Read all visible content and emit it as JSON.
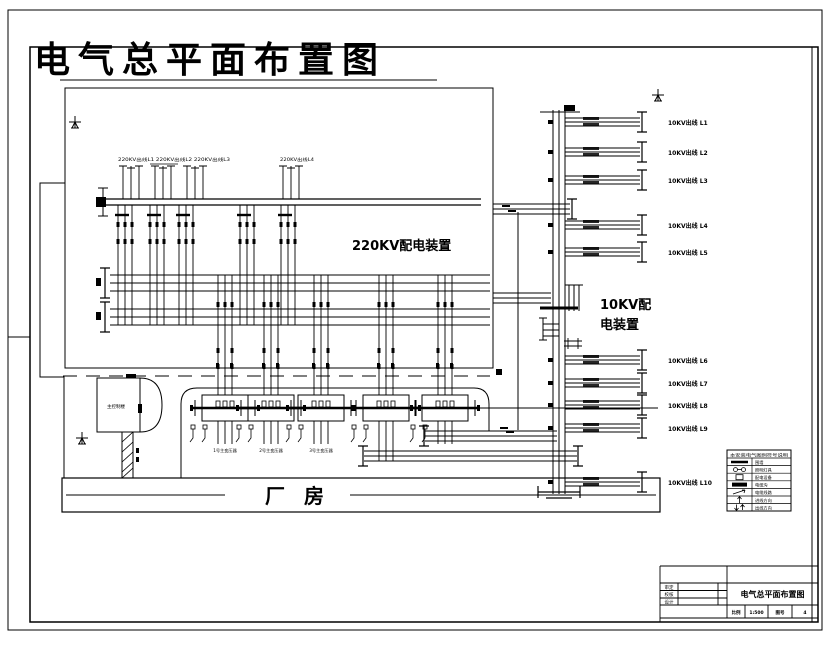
{
  "title": {
    "text": "电气总平面布置图",
    "color": "#ee0000"
  },
  "drawing": {
    "yard_label": "220KV配电装置",
    "switchgear_label_line1": "10KV配",
    "switchgear_label_line2": "电装置",
    "factory_label": "厂        房",
    "control_building_label": "主控制楼",
    "incoming_left": "220KV出线L1 220KV出线L2 220KV出线L3",
    "incoming_right": "220KV出线L4",
    "transformer_labels": [
      "1号主变压器",
      "2号主变压器",
      "3号主变压器"
    ],
    "feeder_labels": [
      "10KV出线  L1",
      "10KV出线  L2",
      "10KV出线  L3",
      "10KV出线  L4",
      "10KV出线  L5",
      "10KV出线  L6",
      "10KV出线  L7",
      "10KV出线  L8",
      "10KV出线  L9",
      "10KV出线  L10"
    ]
  },
  "legend": {
    "title": "本安装电气图例符号说明",
    "rows": [
      {
        "symbol": "thick-line",
        "desc": "围墙"
      },
      {
        "symbol": "double-circle",
        "desc": "照明灯具"
      },
      {
        "symbol": "small-square",
        "desc": "配电设备"
      },
      {
        "symbol": "filled-bar",
        "desc": "电缆沟"
      },
      {
        "symbol": "cable-arrow",
        "desc": "电缆线路"
      },
      {
        "symbol": "arrow-up",
        "desc": "进线方向"
      },
      {
        "symbol": "arrow-pair",
        "desc": "出线方向"
      }
    ]
  },
  "title_block": {
    "row_labels": [
      "审定",
      "校核",
      "设计"
    ],
    "drawing_title": "电气总平面布置图",
    "scale_label": "比例",
    "scale_value": "1:500",
    "sheet_label": "图号",
    "sheet_value": "4"
  }
}
